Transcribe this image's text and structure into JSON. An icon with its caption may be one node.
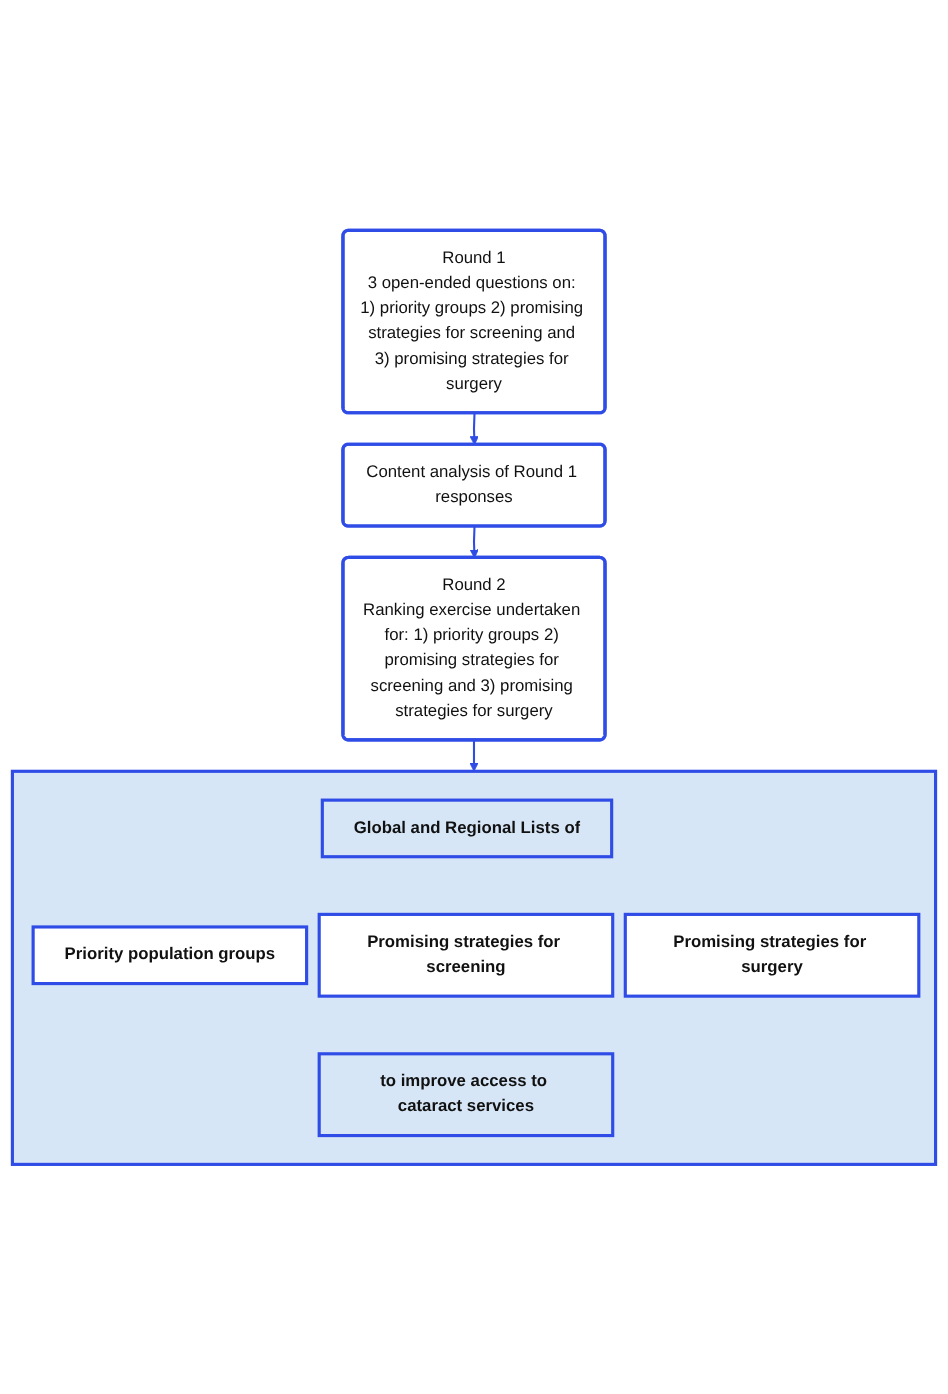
{
  "diagram": {
    "nodes": [
      {
        "text": [
          "Round 1",
          "3 open-ended questions on: 1) priority groups 2) promising strategies for screening and 3) promising strategies for surgery"
        ]
      },
      {
        "text": [
          "Content analysis of Round 1 responses"
        ]
      },
      {
        "text": [
          "Round 2",
          "Ranking exercise undertaken for: 1) priority groups 2) promising strategies for screening and 3) promising strategies for surgery"
        ]
      },
      {
        "text": [],
        "shape": "box"
      },
      {
        "text": [
          "Global and Regional Lists of"
        ],
        "in": 3
      },
      {
        "text": [
          "Priority population groups"
        ],
        "in": 3
      },
      {
        "text": [
          "Promising strategies for screening"
        ],
        "in": 3
      },
      {
        "text": [
          "Promising strategies for surgery"
        ],
        "in": 3
      },
      {
        "text": [
          "to improve access to cataract services"
        ],
        "in": 3
      }
    ],
    "edges": [
      {
        "from": 0,
        "to": 1,
        "arrow": "to"
      },
      {
        "from": 1,
        "to": 2,
        "arrow": "to"
      },
      {
        "from": 2,
        "to": 3,
        "arrow": "to"
      }
    ]
  }
}
